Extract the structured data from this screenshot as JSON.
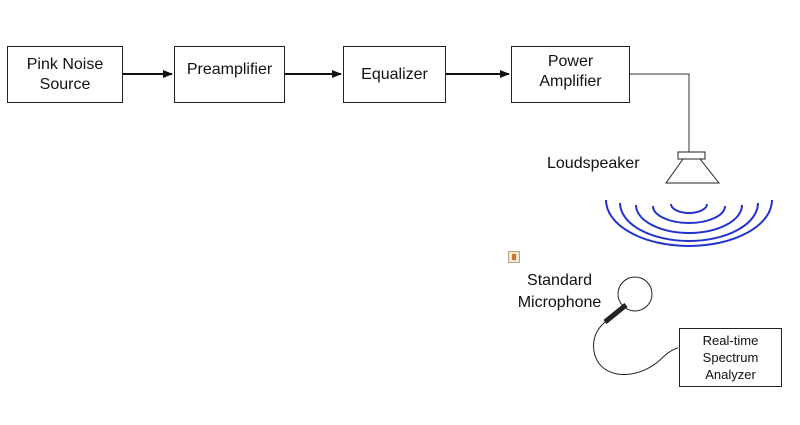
{
  "colors": {
    "waves": "#2233cc",
    "lines": "#222222"
  },
  "signal_chain": [
    {
      "line1": "Pink Noise",
      "line2": "Source"
    },
    {
      "line1": "Preamplifier",
      "line2": ""
    },
    {
      "line1": "Equalizer",
      "line2": ""
    },
    {
      "line1": "Power",
      "line2": "Amplifier"
    }
  ],
  "loudspeaker": {
    "label": "Loudspeaker",
    "icon": "loudspeaker-icon"
  },
  "microphone": {
    "line1": "Standard",
    "line2": "Microphone",
    "icon": "microphone-icon"
  },
  "analyzer": {
    "line1": "Real-time",
    "line2": "Spectrum",
    "line3": "Analyzer"
  },
  "misc_icons": [
    "clipboard-icon"
  ]
}
